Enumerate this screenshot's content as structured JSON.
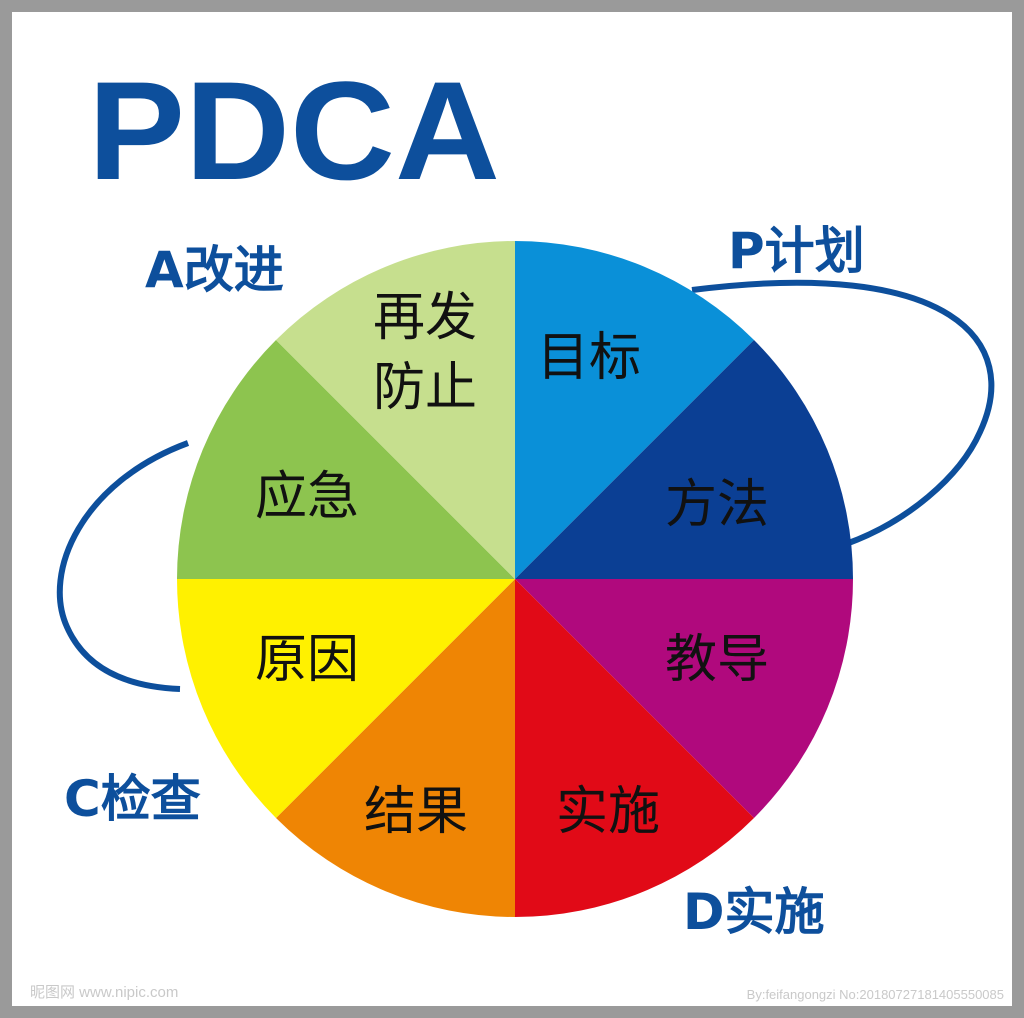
{
  "title": "PDCA",
  "phases": {
    "p": "P计划",
    "d": "D实施",
    "c": "C检查",
    "a": "A改进"
  },
  "segments": [
    {
      "id": "goal",
      "label": "目标",
      "color": "#0a90d8"
    },
    {
      "id": "method",
      "label": "方法",
      "color": "#0b3f94"
    },
    {
      "id": "guidance",
      "label": "教导",
      "color": "#b0097d"
    },
    {
      "id": "implement",
      "label": "实施",
      "color": "#e10a17"
    },
    {
      "id": "result",
      "label": "结果",
      "color": "#ef8504"
    },
    {
      "id": "cause",
      "label": "原因",
      "color": "#fff100"
    },
    {
      "id": "emergency",
      "label": "应急",
      "color": "#8dc44f"
    },
    {
      "id": "prevention",
      "label": [
        "再发",
        "防止"
      ],
      "color": "#c6df8e"
    }
  ],
  "orbit_color": "#0d4f9c",
  "watermark": {
    "left": "昵图网 www.nipic.com",
    "right": "By:feifangongzi No:20180727181405550085"
  }
}
